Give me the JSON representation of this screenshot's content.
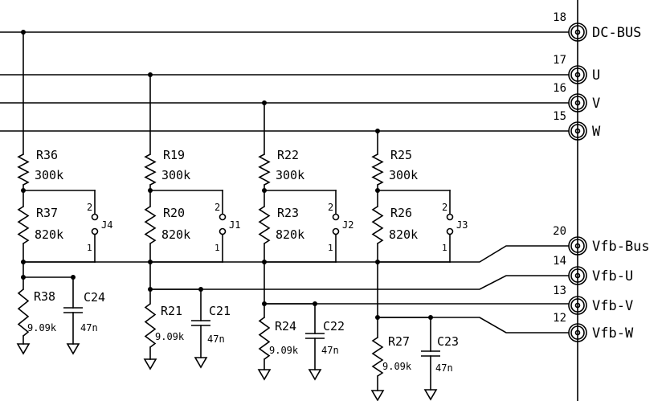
{
  "terminals": [
    {
      "pin": "18",
      "label": "DC-BUS"
    },
    {
      "pin": "17",
      "label": "U"
    },
    {
      "pin": "16",
      "label": "V"
    },
    {
      "pin": "15",
      "label": "W"
    },
    {
      "pin": "20",
      "label": "Vfb-Bus"
    },
    {
      "pin": "14",
      "label": "Vfb-U"
    },
    {
      "pin": "13",
      "label": "Vfb-V"
    },
    {
      "pin": "12",
      "label": "Vfb-W"
    }
  ],
  "dividers": [
    {
      "r_top": "R36",
      "r_top_value": "300k",
      "r_mid": "R37",
      "r_mid_value": "820k",
      "jumper": "J4",
      "jp_pin_top": "2",
      "jp_pin_bottom": "1",
      "r_bot": "R38",
      "r_bot_value": "9.09k",
      "cap": "C24",
      "cap_value": "47n"
    },
    {
      "r_top": "R19",
      "r_top_value": "300k",
      "r_mid": "R20",
      "r_mid_value": "820k",
      "jumper": "J1",
      "jp_pin_top": "2",
      "jp_pin_bottom": "1",
      "r_bot": "R21",
      "r_bot_value": "9.09k",
      "cap": "C21",
      "cap_value": "47n"
    },
    {
      "r_top": "R22",
      "r_top_value": "300k",
      "r_mid": "R23",
      "r_mid_value": "820k",
      "jumper": "J2",
      "jp_pin_top": "2",
      "jp_pin_bottom": "1",
      "r_bot": "R24",
      "r_bot_value": "9.09k",
      "cap": "C22",
      "cap_value": "47n"
    },
    {
      "r_top": "R25",
      "r_top_value": "300k",
      "r_mid": "R26",
      "r_mid_value": "820k",
      "jumper": "J3",
      "jp_pin_top": "2",
      "jp_pin_bottom": "1",
      "r_bot": "R27",
      "r_bot_value": "9.09k",
      "cap": "C23",
      "cap_value": "47n"
    }
  ]
}
